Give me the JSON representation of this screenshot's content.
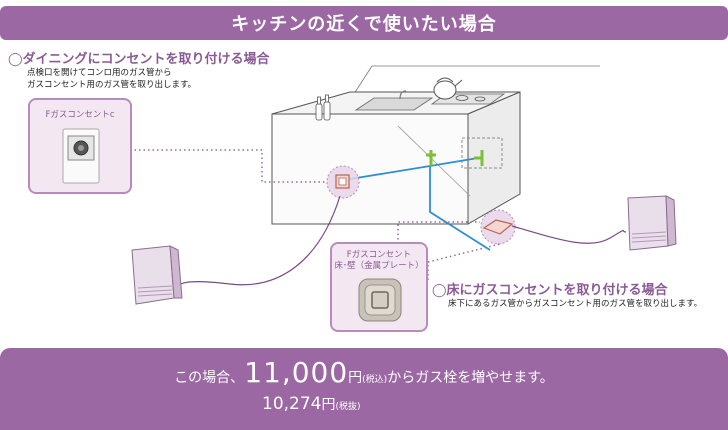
{
  "header": {
    "title": "キッチンの近くで使いたい場合"
  },
  "dining": {
    "title": "◯ダイニングにコンセントを取り付ける場合",
    "lines": [
      "点検口を開けてコンロ用のガス管から",
      "ガスコンセント用のガス管を取り出します。"
    ]
  },
  "card_c": {
    "label": "Fガスコンセントc"
  },
  "card_floor": {
    "label_line1": "Fガスコンセント",
    "label_line2": "床･壁（金属プレート）"
  },
  "floor": {
    "title": "◯床にガスコンセントを取り付ける場合",
    "line": "床下にあるガス管からガスコンセント用のガス管を取り出します。"
  },
  "footer": {
    "prefix": "この場合、",
    "price": "11,000",
    "yen": "円",
    "tax_in": "(税込)",
    "suffix": "からガス栓を増やせます。",
    "price_ex": "10,274",
    "yen_ex": "円",
    "tax_ex": "(税抜)"
  },
  "colors": {
    "accent": "#9b68a3",
    "gas_pipe": "#2f8fcf",
    "connector": "#7bbf3a"
  }
}
